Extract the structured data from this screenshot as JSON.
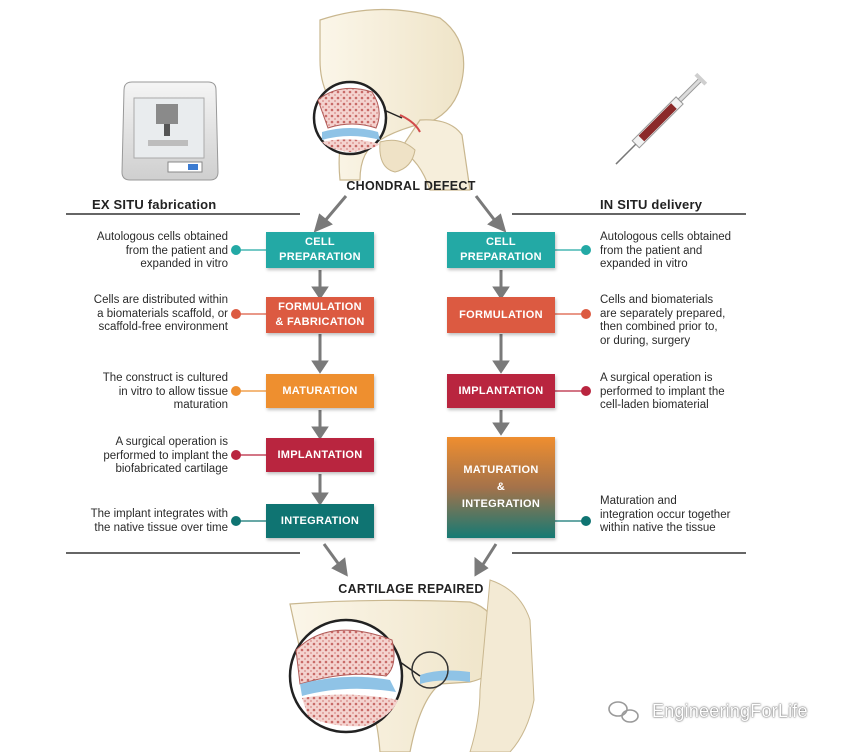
{
  "top_title": "CHONDRAL DEFECT",
  "bottom_title": "CARTILAGE REPAIRED",
  "left": {
    "heading": "EX SITU fabrication",
    "steps": [
      {
        "label": "CELL\nPREPARATION",
        "color": "#23a9a5",
        "description": "Autologous cells obtained\nfrom the patient and\nexpanded in vitro"
      },
      {
        "label": "FORMULATION\n& FABRICATION",
        "color": "#dc5a41",
        "description": "Cells are distributed within\na biomaterials scaffold, or\nscaffold-free environment"
      },
      {
        "label": "MATURATION",
        "color": "#ee8f2f",
        "description": "The construct is cultured\nin vitro to allow tissue\nmaturation"
      },
      {
        "label": "IMPLANTATION",
        "color": "#b9253f",
        "description": "A surgical operation is\nperformed to implant the\nbiofabricated cartilage"
      },
      {
        "label": "INTEGRATION",
        "color": "#0f7472",
        "description": "The implant integrates with\nthe native tissue over time"
      }
    ]
  },
  "right": {
    "heading": "IN SITU delivery",
    "steps": [
      {
        "label": "CELL\nPREPARATION",
        "color": "#23a9a5",
        "description": "Autologous cells obtained\nfrom the patient and\nexpanded in vitro"
      },
      {
        "label": "FORMULATION",
        "color": "#dc5a41",
        "description": "Cells and biomaterials\nare separately prepared,\nthen combined prior to,\nor during, surgery"
      },
      {
        "label": "IMPLANTATION",
        "color": "#b9253f",
        "description": "A surgical operation is\nperformed to implant the\ncell-laden biomaterial"
      },
      {
        "label": "MATURATION\n&\nINTEGRATION",
        "color": "gradient",
        "description": "Maturation and\nintegration occur together\nwithin native the tissue"
      }
    ]
  },
  "watermark": "EngineeringForLife"
}
